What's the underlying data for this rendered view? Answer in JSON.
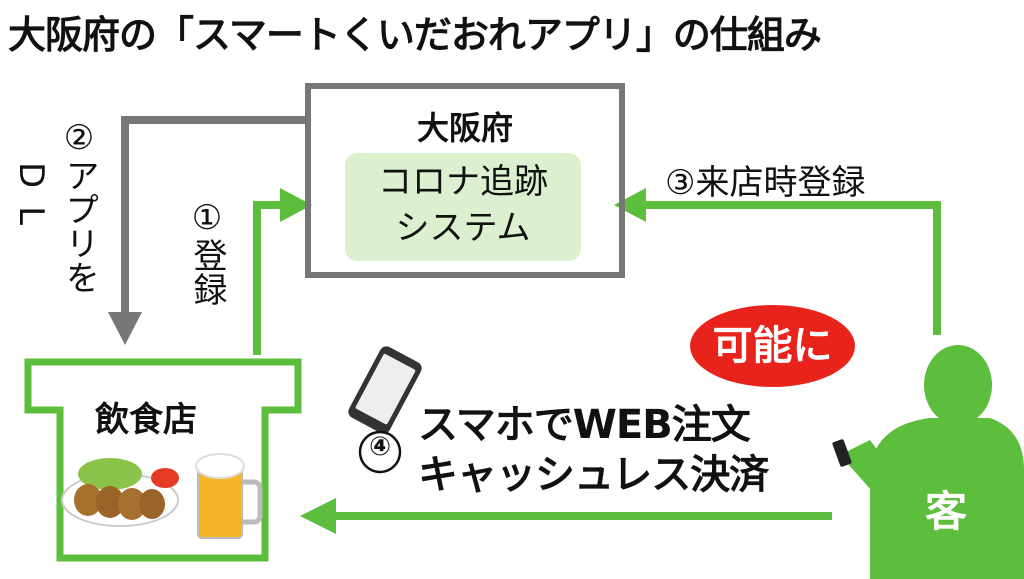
{
  "title": "大阪府の「スマートくいだおれアプリ」の仕組み",
  "osaka": {
    "label": "大阪府",
    "system_line1": "コロナ追跡",
    "system_line2": "システム"
  },
  "steps": {
    "step1": "①登録",
    "step2": "②アプリを",
    "step2_dl": "DL",
    "step3": "③来店時登録",
    "step4_num": "④",
    "step4_line1": "スマホでWEB注文",
    "step4_line2": "キャッシュレス決済"
  },
  "restaurant": {
    "label": "飲食店"
  },
  "badge": "可能に",
  "customer": {
    "label": "客"
  },
  "colors": {
    "green": "#5dbd3c",
    "gray": "#777777",
    "red": "#e8231c",
    "light_green": "#dcefcf"
  }
}
